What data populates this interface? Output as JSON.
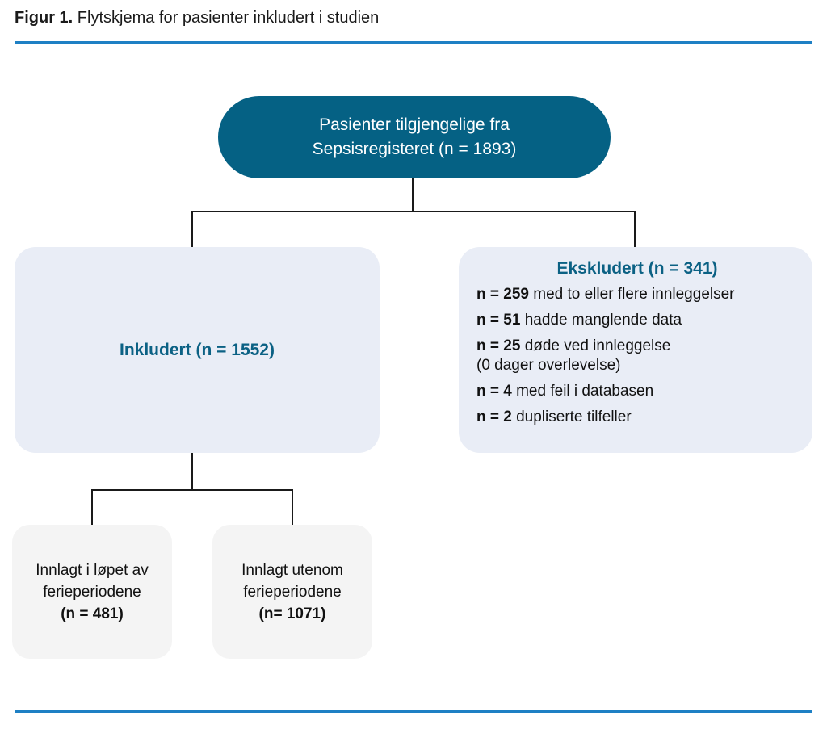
{
  "figure": {
    "label": "Figur 1.",
    "caption": "Flytskjema for pasienter inkludert i studien"
  },
  "colors": {
    "rule": "#1e80c4",
    "root_fill": "#056184",
    "root_text": "#ffffff",
    "panel_fill": "#e9edf6",
    "heading_text": "#0b6184",
    "leaf_fill": "#f4f4f4",
    "connector": "#1a1a1a"
  },
  "flowchart": {
    "type": "flow-diagram",
    "root": {
      "line1": "Pasienter tilgjengelige fra",
      "line2": "Sepsisregisteret (n = 1893)",
      "n": 1893
    },
    "included": {
      "heading": "Inkludert (n = 1552)",
      "n": 1552
    },
    "excluded": {
      "heading": "Ekskludert (n = 341)",
      "n": 341,
      "items": [
        {
          "n_label": "n = 259",
          "n": 259,
          "text": "med to eller flere innleggelser",
          "sub": ""
        },
        {
          "n_label": "n = 51",
          "n": 51,
          "text": "hadde manglende data",
          "sub": ""
        },
        {
          "n_label": "n = 25",
          "n": 25,
          "text": "døde ved innleggelse",
          "sub": "(0 dager overlevelse)"
        },
        {
          "n_label": "n = 4",
          "n": 4,
          "text": "med feil i databasen",
          "sub": ""
        },
        {
          "n_label": "n = 2",
          "n": 2,
          "text": "dupliserte tilfeller",
          "sub": ""
        }
      ]
    },
    "leaves": [
      {
        "line1": "Innlagt i løpet av",
        "line2": "ferieperiodene",
        "count": "(n = 481)",
        "n": 481
      },
      {
        "line1": "Innlagt utenom",
        "line2": "ferieperiodene",
        "count": "(n= 1071)",
        "n": 1071
      }
    ]
  }
}
